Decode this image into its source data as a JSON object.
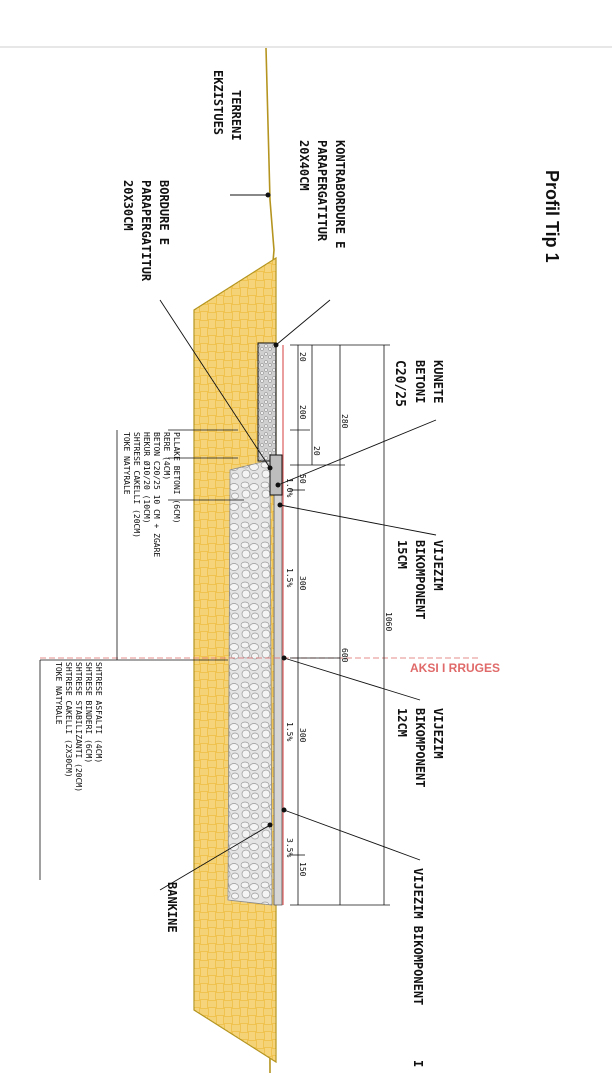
{
  "title": "Profil Tip 1",
  "colors": {
    "fill": "#e8b43a",
    "fill_pattern": "#f6d98a",
    "ground_line": "#b59520",
    "axis": "#e06a6a",
    "rock": "#d7d7d7",
    "line": "#111111"
  },
  "labels": {
    "terreni": [
      "TERRENI",
      "EKZISTUES"
    ],
    "kontrabordure": [
      "KONTRABORDURE E",
      "PARAPERGATITUR",
      "20X40CM"
    ],
    "bordure": [
      "BORDURE E",
      "PARAPERGATITUR",
      "20X30CM"
    ],
    "kunete": [
      "KUNETE",
      "BETONI",
      "C20/25"
    ],
    "vijezim_1": [
      "VIJEZIM",
      "BIKOMPONENT",
      "15CM"
    ],
    "vijezim_2": [
      "VIJEZIM",
      "BIKOMPONENT",
      "12CM"
    ],
    "vijezim_3": "VIJEZIM BIKOMPONENT",
    "vijezim_3_tail": "I",
    "bankine": "BANKINE",
    "axis": "AKSI I RRUGES"
  },
  "sidewalk_layers": [
    "PLLAKE BETONI (6CM)",
    "RERE (4CM)",
    "BETON C20/25 10 CM + ZGARE",
    "HEKUR Ø10/20 (10CM)",
    "SHTRESE CAKELLI (20CM)",
    "TOKE NATYRALE"
  ],
  "road_layers": [
    "SHTRESE ASFALTI (4CM)",
    "SHTRESE BINDERI (6CM)",
    "SHTRESE STABILIZANTI (20CM)",
    "SHTRESE CAKELLI (2X30CM)",
    "TOKE NATYRALE"
  ],
  "dimensions": {
    "d20a": "20",
    "d200": "200",
    "d20b": "20",
    "d50": "50",
    "d280": "280",
    "d300a": "300",
    "d300b": "300",
    "d150": "150",
    "d600": "600",
    "d1060": "1060",
    "slope1": "1.0%",
    "slope2": "1.5%",
    "slope3": "1.5%",
    "slope4": "3.5%"
  }
}
